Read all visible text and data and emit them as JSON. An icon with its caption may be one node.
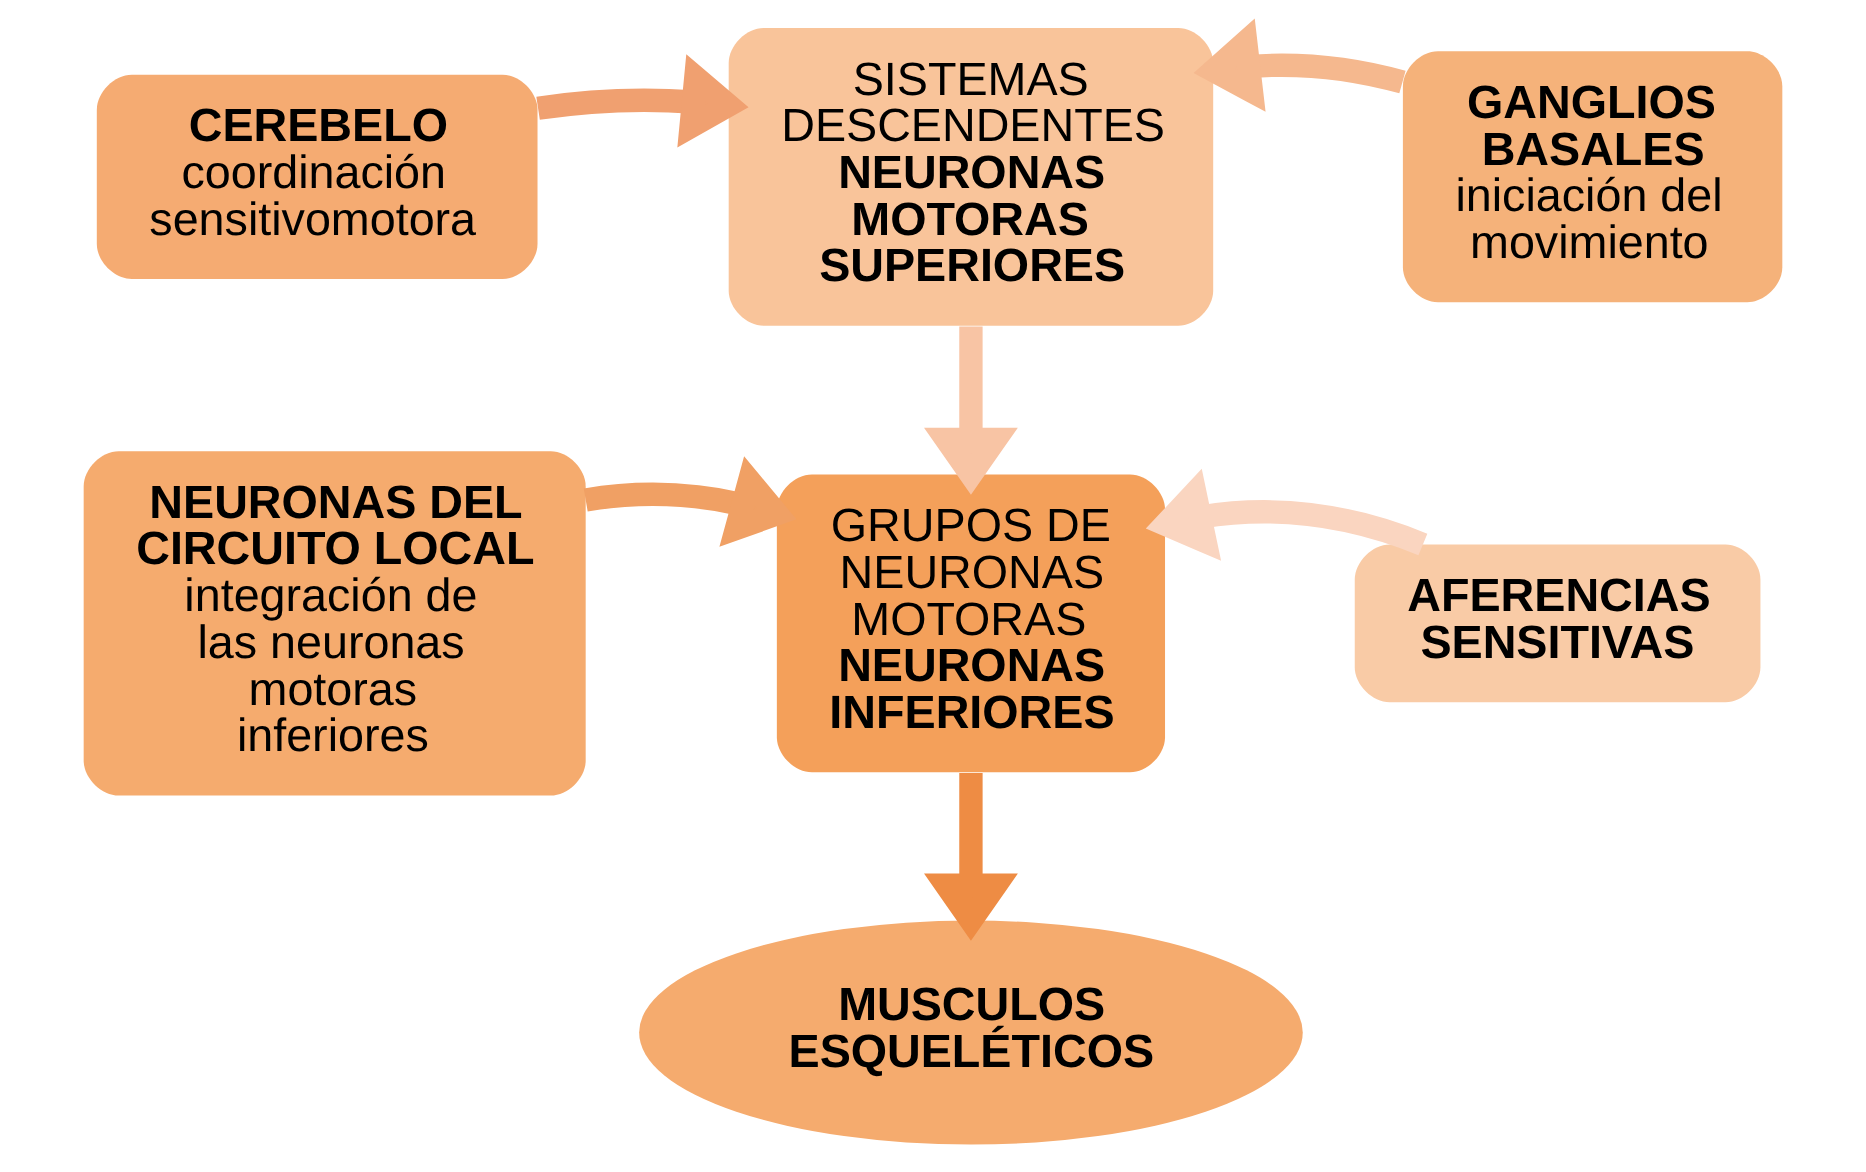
{
  "diagram": {
    "nodes": [
      {
        "text": [
          "CEREBELO",
          "coordinación sensitivomotora"
        ]
      },
      {
        "text": [
          "SISTEMAS DESCENDENTES",
          "NEURONAS MOTORAS SUPERIORES"
        ]
      },
      {
        "text": [
          "GANGLIOS BASALES",
          "iniciación del movimiento"
        ]
      },
      {
        "text": [
          "NEURONAS DEL CIRCUITO LOCAL",
          "integración de las neuronas motoras inferiores"
        ]
      },
      {
        "text": [
          "GRUPOS DE NEURONAS MOTORAS",
          "NEURONAS INFERIORES"
        ]
      },
      {
        "text": [
          "AFERENCIAS SENSITIVAS"
        ]
      },
      {
        "text": [
          "MUSCULOS ESQUELÉTICOS"
        ]
      }
    ],
    "edges": [
      {
        "from": 0,
        "to": 1,
        "arrow": "to",
        "color": "#f0a070"
      },
      {
        "from": 2,
        "to": 1,
        "arrow": "to",
        "color": "#f5b88e"
      },
      {
        "from": 1,
        "to": 4,
        "arrow": "to",
        "color": "#f8c4a4"
      },
      {
        "from": 3,
        "to": 4,
        "arrow": "to",
        "color": "#f0a064"
      },
      {
        "from": 5,
        "to": 4,
        "arrow": "to",
        "color": "#fad5c0"
      },
      {
        "from": 4,
        "to": 6,
        "arrow": "to",
        "color": "#ee8c44"
      }
    ]
  }
}
